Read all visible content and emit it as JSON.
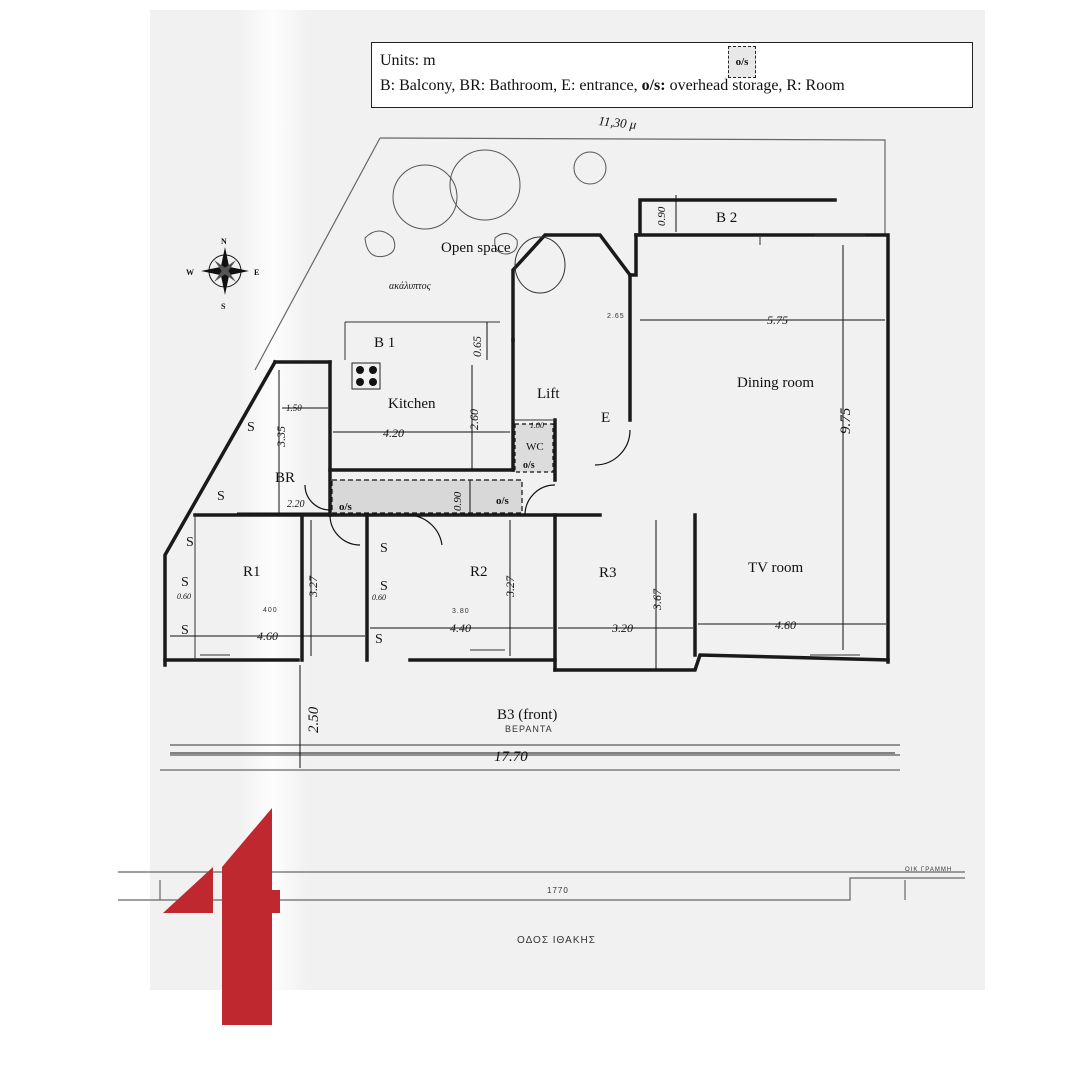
{
  "legend": {
    "units": "Units: m",
    "os_sample": "o/s",
    "abbr_prefix": "B: Balcony, BR: Bathroom, E: entrance,",
    "abbr_os": "o/s:",
    "abbr_suffix": "overhead storage, R: Room"
  },
  "compass": {
    "n": "N",
    "s": "S",
    "e": "E",
    "w": "W"
  },
  "rooms": {
    "open_space": "Open space",
    "b1": "B 1",
    "b2": "B 2",
    "kitchen": "Kitchen",
    "lift": "Lift",
    "entrance": "E",
    "wc": "WC",
    "br": "BR",
    "dining": "Dining room",
    "tv": "TV room",
    "r1": "R1",
    "r2": "R2",
    "r3": "R3",
    "b3": "B3 (front)",
    "os_wc": "o/s",
    "os_corridor_left": "o/s",
    "os_corridor_right": "o/s",
    "storage": "S"
  },
  "dimensions": {
    "b2_depth": "0.90",
    "dining_width": "5.75",
    "dining_length": "9.75",
    "b1_depth": "0.65",
    "kitchen_height": "2.60",
    "kitchen_width": "4.20",
    "br_top": "1.50",
    "br_height": "3.35",
    "br_width": "2.20",
    "corridor_depth": "0.90",
    "wc_width": "1.00",
    "r1_height": "3.27",
    "r2_height": "3.27",
    "r3_height": "3.67",
    "r1_width": "4.60",
    "r2_width": "4.40",
    "r3_width": "3.20",
    "tv_width": "4.60",
    "closet_r1": "0.60",
    "closet_r2": "0.60",
    "b3_depth": "2.50",
    "total_width": "17.70"
  },
  "original_notes": {
    "handwritten_top": "11,30 μ",
    "open_space_greek": "ακάλυπτος",
    "veranda_greek": "ΒΕΡΑΝΤΑ",
    "scale_1770": "1770",
    "street": "ΟΔΟΣ ΙΘΑΚΗΣ",
    "building_line": "ΟΙΚ ΓΡΑΜΜΗ",
    "small_400": "400",
    "small_380": "3.80",
    "small_265": "2.65"
  },
  "colors": {
    "logo_red": "#c0282f",
    "wall": "#1a1a1a",
    "paper": "#f1f1f1"
  }
}
